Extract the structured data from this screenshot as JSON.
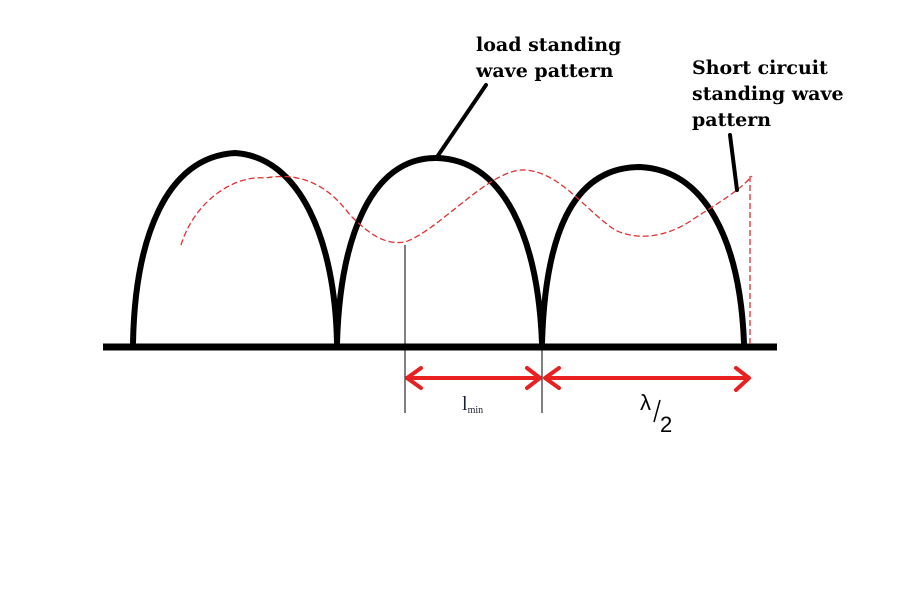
{
  "labels": {
    "load_pattern": [
      "load standing",
      "wave pattern"
    ],
    "short_circuit_pattern": [
      "Short circuit",
      "standing wave",
      "pattern"
    ],
    "lmin": {
      "main": "l",
      "sub": "min"
    },
    "half_wavelength": {
      "numerator": "λ",
      "denominator": "2"
    }
  },
  "colors": {
    "load_wave": "#000000",
    "short_circuit_wave": "#e03030",
    "dimension_arrows": "#e82020",
    "baseline": "#000000"
  }
}
